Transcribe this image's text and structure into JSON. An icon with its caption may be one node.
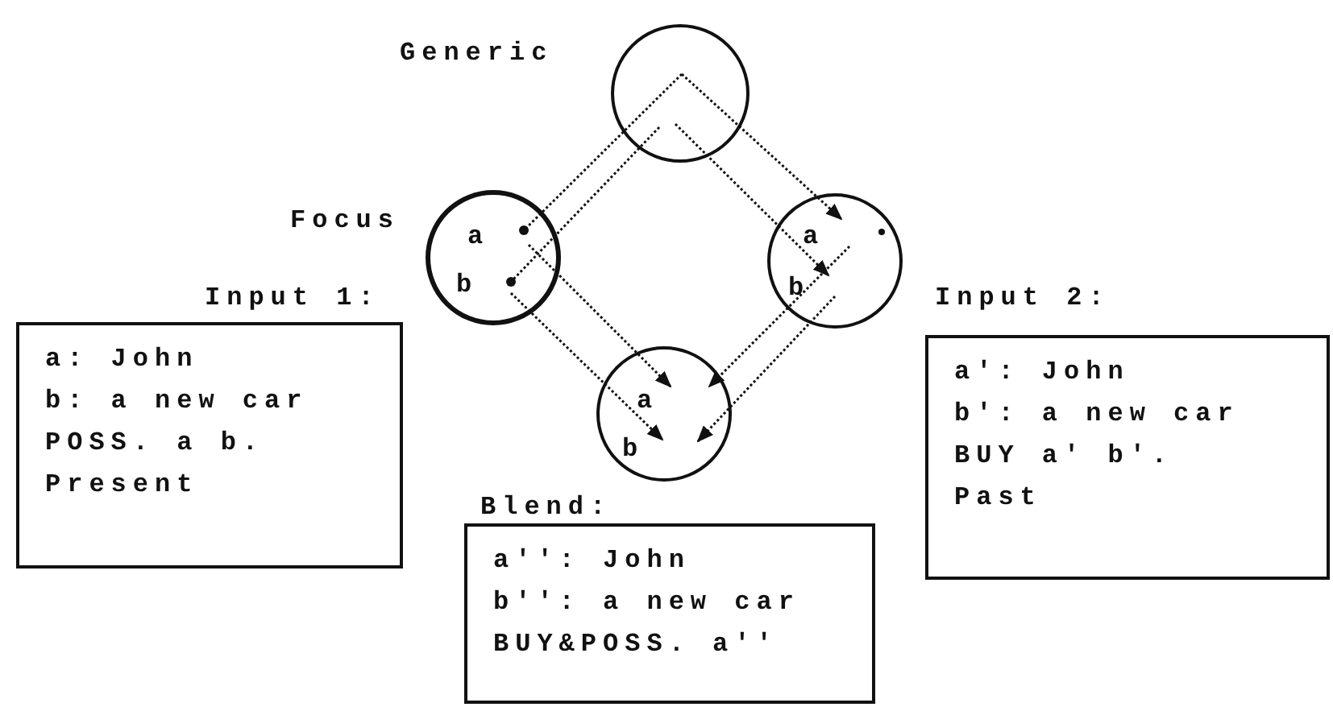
{
  "diagram": {
    "nodes": [
      {
        "text": [
          "Generic"
        ]
      },
      {
        "text": [
          "Focus",
          "a",
          "b"
        ]
      },
      {
        "text": [
          "a",
          "b"
        ]
      },
      {
        "text": [
          "a",
          "b"
        ]
      },
      {
        "text": [
          "Input 1:",
          "a: John",
          "b: a new car",
          "POSS. a b.",
          "Present"
        ]
      },
      {
        "text": [
          "Input 2:",
          "a': John",
          "b': a new car",
          "BUY a' b'.",
          "Past"
        ]
      },
      {
        "text": [
          "Blend:",
          "a'': John",
          "b'': a new car",
          "BUY&POSS. a''"
        ]
      }
    ],
    "edges": [
      {
        "from": 0,
        "to": 1,
        "arrow": "other",
        "style": "dashed"
      },
      {
        "from": 0,
        "to": 1,
        "arrow": "other",
        "style": "dashed"
      },
      {
        "from": 0,
        "to": 2,
        "arrow": "to",
        "style": "dashed"
      },
      {
        "from": 0,
        "to": 2,
        "arrow": "to",
        "style": "dashed"
      },
      {
        "from": 1,
        "to": 3,
        "arrow": "to",
        "style": "dashed"
      },
      {
        "from": 1,
        "to": 3,
        "arrow": "to",
        "style": "dashed"
      },
      {
        "from": 2,
        "to": 3,
        "arrow": "to",
        "style": "dashed"
      },
      {
        "from": 2,
        "to": 3,
        "arrow": "to",
        "style": "dashed"
      }
    ]
  }
}
